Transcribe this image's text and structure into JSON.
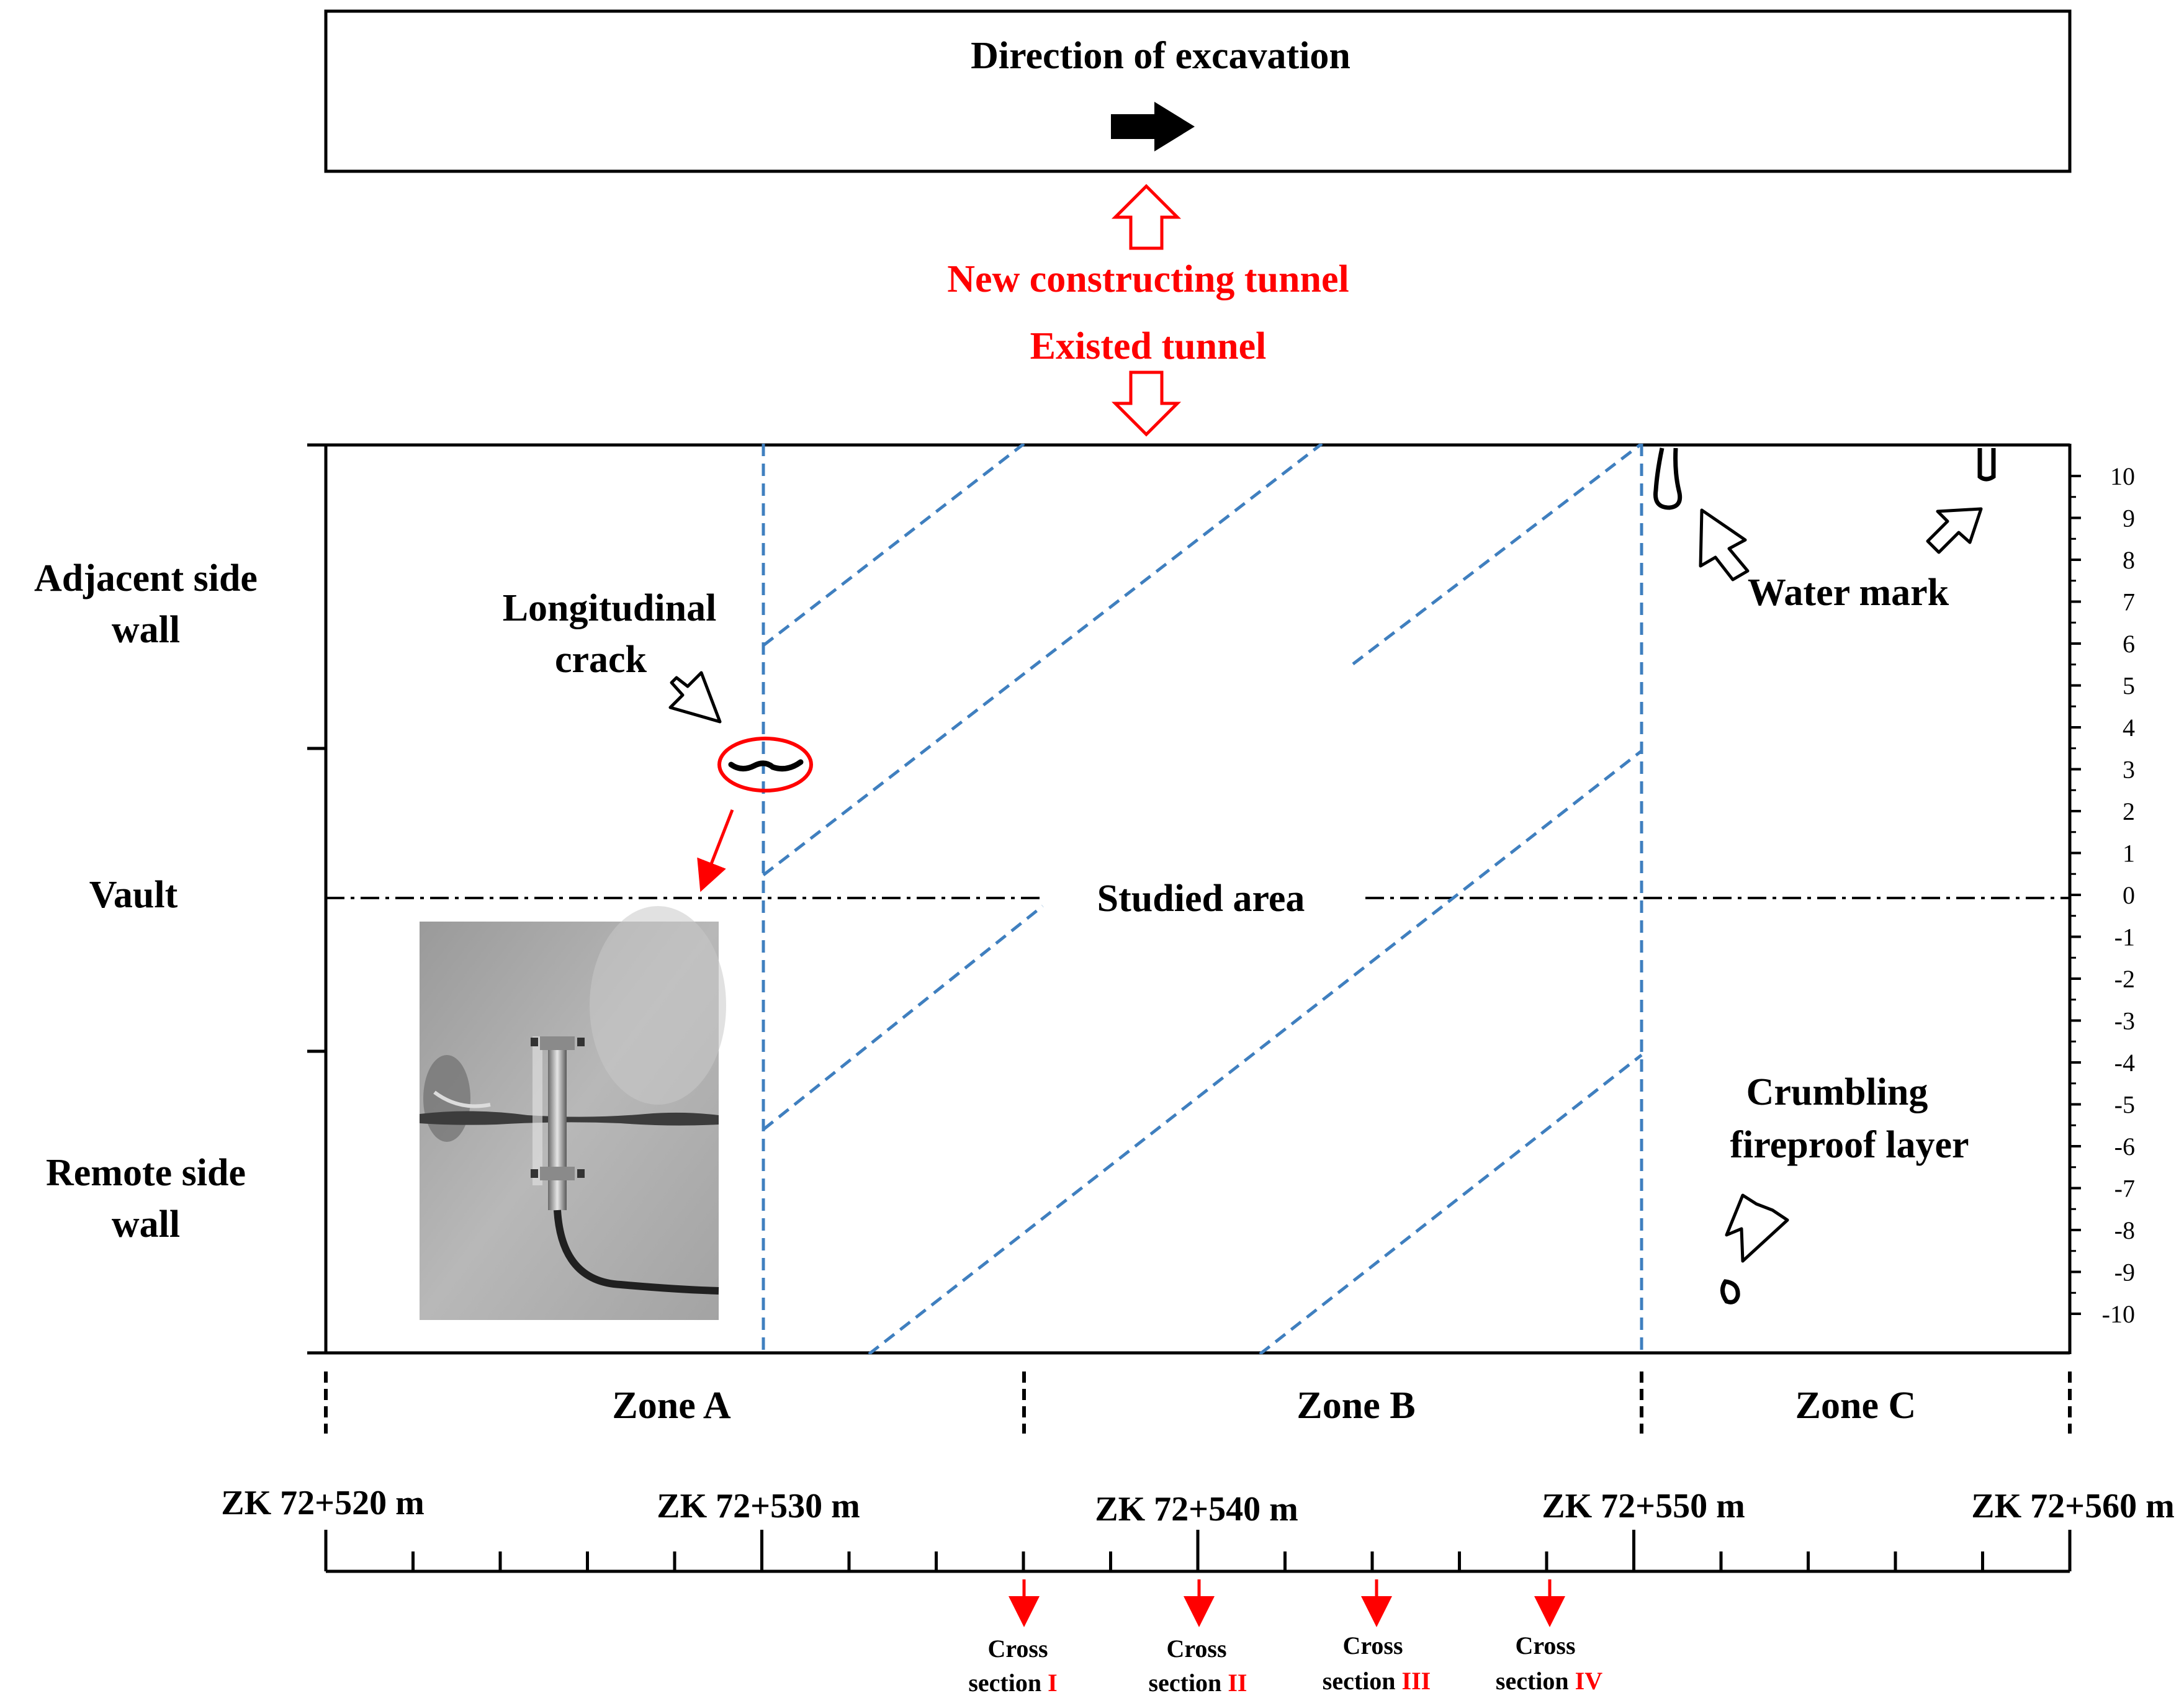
{
  "top_box": {
    "title": "Direction of excavation"
  },
  "tunnels": {
    "new": "New constructing tunnel",
    "existed": "Existed tunnel"
  },
  "left_labels": {
    "adjacent_l1": "Adjacent side",
    "adjacent_l2": "wall",
    "vault": "Vault",
    "remote_l1": "Remote side",
    "remote_l2": "wall"
  },
  "annotations": {
    "crack_l1": "Longitudinal",
    "crack_l2": "crack",
    "water_mark": "Water mark",
    "studied_area": "Studied area",
    "crumbling_l1": "Crumbling",
    "crumbling_l2": "fireproof layer"
  },
  "zones": [
    "Zone A",
    "Zone B",
    "Zone C"
  ],
  "chainages": [
    "ZK 72+520 m",
    "ZK 72+530 m",
    "ZK 72+540 m",
    "ZK 72+550 m",
    "ZK 72+560 m"
  ],
  "right_axis_ticks": [
    "10",
    "9",
    "8",
    "7",
    "6",
    "5",
    "4",
    "3",
    "2",
    "1",
    "0",
    "-1",
    "-2",
    "-3",
    "-4",
    "-5",
    "-6",
    "-7",
    "-8",
    "-9",
    "-10"
  ],
  "cross_sections": [
    {
      "line1": "Cross",
      "line2": "section",
      "numeral": "I"
    },
    {
      "line1": "Cross",
      "line2": "section",
      "numeral": "II"
    },
    {
      "line1": "Cross",
      "line2": "section",
      "numeral": "III"
    },
    {
      "line1": "Cross",
      "line2": "section",
      "numeral": "IV"
    }
  ],
  "colors": {
    "red": "#ff0000",
    "blue_dashed": "#3f7fbf",
    "black": "#000000"
  }
}
